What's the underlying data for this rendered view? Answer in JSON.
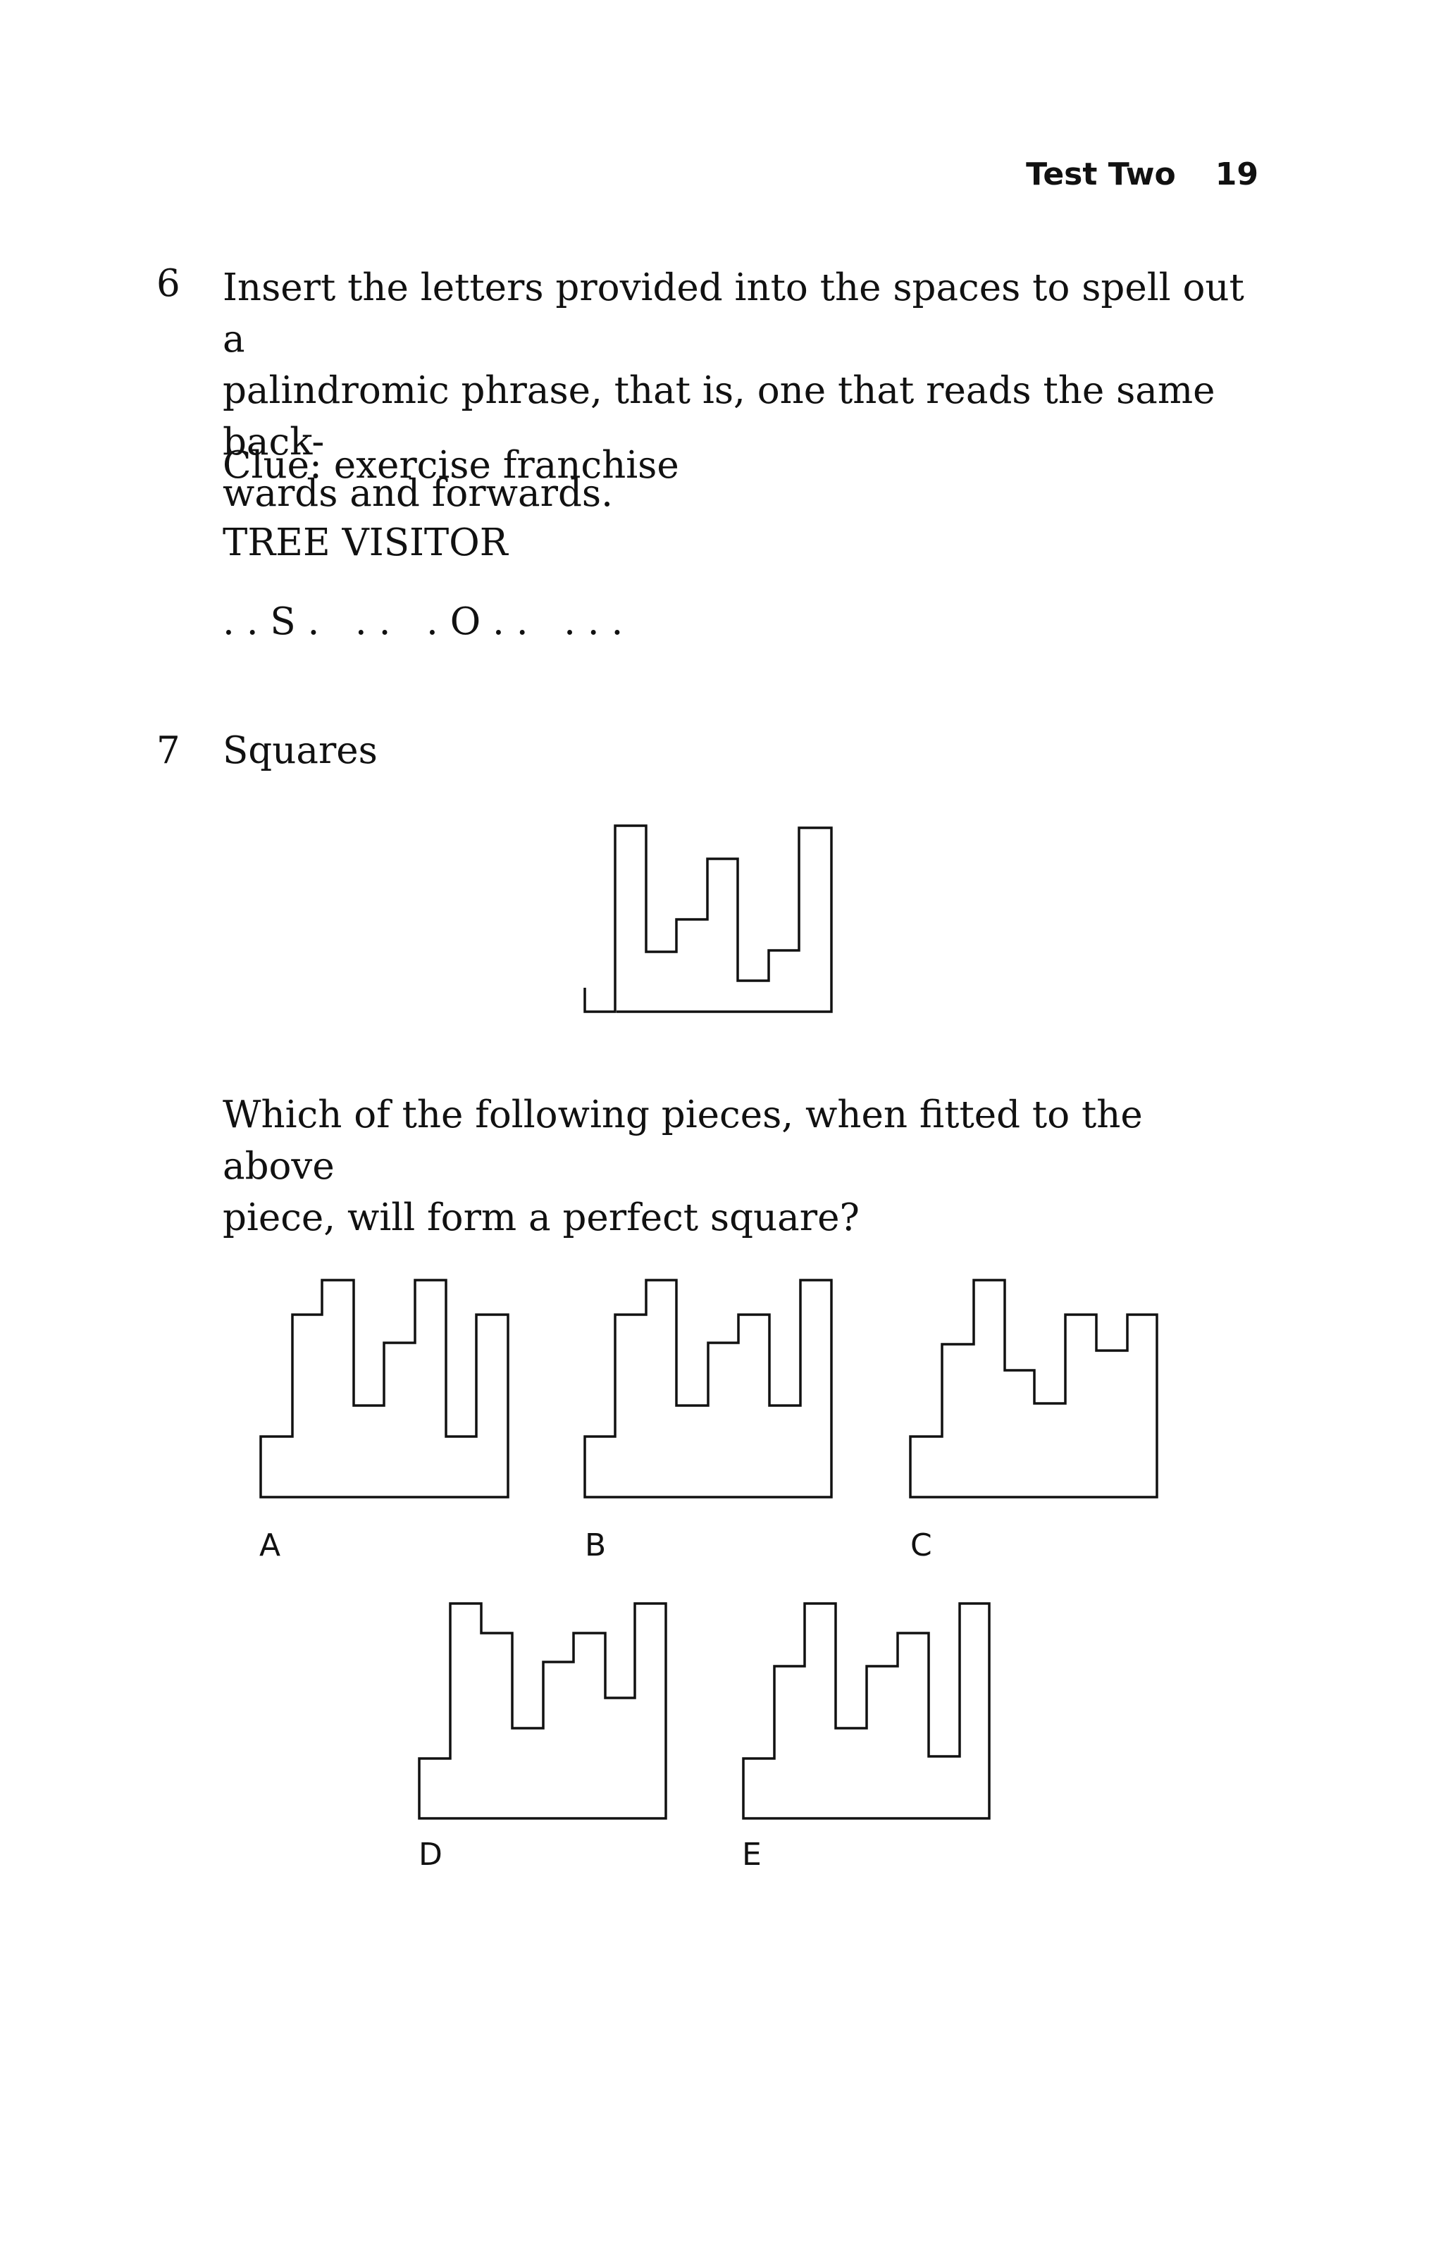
{
  "header": {
    "section": "Test Two",
    "page_number": "19"
  },
  "q6": {
    "number": "6",
    "prompt": "Insert the letters provided into the spaces to spell out a palindromic phrase, that is, one that reads the same backwards and forwards.",
    "prompt_lines": [
      "Insert the letters provided into the spaces to spell out a",
      "palindromic phrase, that is, one that reads the same back-",
      "wards and forwards."
    ],
    "clue": "Clue: exercise franchise",
    "letters": "TREE VISITOR",
    "pattern": ". . S .   . .   . O . .   . . ."
  },
  "q7": {
    "number": "7",
    "title": "Squares",
    "question_lines": [
      "Which of the following pieces, when fitted to the above",
      "piece, will form a perfect square?"
    ],
    "options": [
      "A",
      "B",
      "C",
      "D",
      "E"
    ]
  }
}
